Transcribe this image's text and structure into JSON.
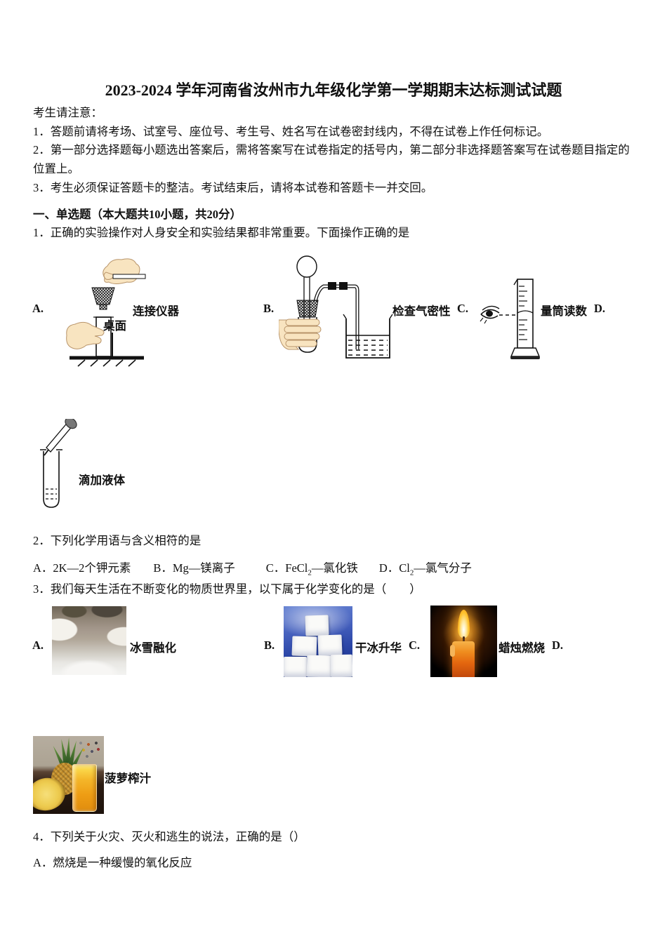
{
  "title": "2023-2024 学年河南省汝州市九年级化学第一学期期末达标测试试题",
  "notice": {
    "heading": "考生请注意：",
    "item1": "1．答题前请将考场、试室号、座位号、考生号、姓名写在试卷密封线内，不得在试卷上作任何标记。",
    "item2": "2．第一部分选择题每小题选出答案后，需将答案写在试卷指定的括号内，第二部分非选择题答案写在试卷题目指定的位置上。",
    "item3": "3．考生必须保证答题卡的整洁。考试结束后，请将本试卷和答题卡一并交回。"
  },
  "section1_heading": "一、单选题（本大题共10小题，共20分）",
  "q1": {
    "stem": "1．正确的实验操作对人身安全和实验结果都非常重要。下面操作正确的是",
    "optionA_letter": "A.",
    "optionA_caption": "连接仪器",
    "optionA_sublabel": "桌面",
    "optionB_letter": "B.",
    "optionB_caption": "检查气密性",
    "optionC_letter": "C.",
    "optionC_caption": "量筒读数",
    "optionD_letter": "D.",
    "optionD_caption": "滴加液体"
  },
  "q2": {
    "stem": "2．下列化学用语与含义相符的是",
    "optA": "A．2K—2个钾元素",
    "optB": "B．Mg—镁离子",
    "optC_pre": "C．FeCl",
    "optC_sub": "2",
    "optC_post": "—氯化铁",
    "optD_pre": "D．Cl",
    "optD_sub": "2",
    "optD_post": "—氯气分子"
  },
  "q3": {
    "stem": "3．我们每天生活在不断变化的物质世界里，以下属于化学变化的是（　　）",
    "optionA_letter": "A.",
    "optionA_caption": "冰雪融化",
    "optionB_letter": "B.",
    "optionB_caption": "干冰升华",
    "optionC_letter": "C.",
    "optionC_caption": "蜡烛燃烧",
    "optionD_letter": "D.",
    "optionD_caption": "菠萝榨汁"
  },
  "q4": {
    "stem": "4．下列关于火灾、灭火和逃生的说法，正确的是（）",
    "optA": "A．燃烧是一种缓慢的氧化反应"
  },
  "palette": {
    "ink": "#111111",
    "skin": "#f8e4c0",
    "dryIceBlue": "#2c47a8",
    "flameOrange": "#ff9d10",
    "juiceYellow": "#f4b629",
    "leafGreen": "#2e5523",
    "snowWhite": "#f2f0ea"
  }
}
